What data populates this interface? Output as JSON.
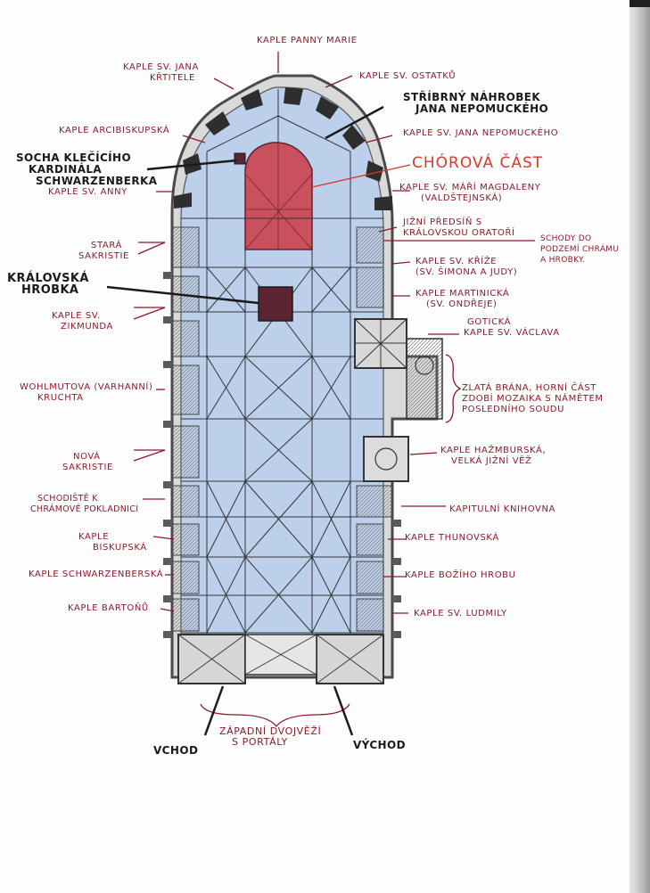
{
  "colors": {
    "label_red": "#8b1a28",
    "label_dark": "#1a1a1a",
    "label_bright": "#d43a2c",
    "nave_blue": "#bcd0ec",
    "choir_red": "#c9505c",
    "tomb_dark": "#5a2530",
    "wall_grey": "#6f6f6f"
  },
  "labels": {
    "kaple_panny_marie": [
      "KAPLE PANNY MARIE"
    ],
    "kaple_jana_krtitele": [
      "KAPLE SV. JANA",
      "KŘTITELE"
    ],
    "kaple_ostatku": [
      "KAPLE SV. OSTATKŮ"
    ],
    "stribrny_nahrobek": [
      "STŘÍBRNÝ NÁHROBEK",
      "JANA NEPOMUCKÉHO"
    ],
    "kaple_arcibiskupska": [
      "KAPLE ARCIBISKUPSKÁ"
    ],
    "kaple_jana_nepomuckeho": [
      "KAPLE SV. JANA NEPOMUCKÉHO"
    ],
    "socha_schwarzenberka": [
      "SOCHA KLEČÍCÍHO",
      "KARDINÁLA",
      "SCHWARZENBERKA"
    ],
    "chorova_cast": [
      "CHÓROVÁ ČÁST"
    ],
    "kaple_anny": [
      "KAPLE SV. ANNY"
    ],
    "kaple_mari_magdaleny": [
      "KAPLE SV. MÁŘÍ MAGDALENY",
      "(VALDŠTEJNSKÁ)"
    ],
    "jizni_predsin": [
      "JIŽNÍ PŘEDSÍŇ S",
      "KRÁLOVSKOU ORATOŘÍ"
    ],
    "schody_podzemi": [
      "SCHODY DO",
      "PODZEMÍ CHRÁMU",
      "A HROBKY."
    ],
    "stara_sakristie": [
      "STARÁ",
      "SAKRISTIE"
    ],
    "kaple_krize": [
      "KAPLE SV. KŘÍŽE",
      "(SV. ŠIMONA A JUDY)"
    ],
    "kralovska_hrobka": [
      "KRÁLOVSKÁ",
      "HROBKA"
    ],
    "kaple_martinicka": [
      "KAPLE MARTINICKÁ",
      "(SV. ONDŘEJE)"
    ],
    "kaple_zikmunda": [
      "KAPLE SV.",
      "ZIKMUNDA"
    ],
    "goticka_kaple_vaclava": [
      "GOTICKÁ",
      "KAPLE SV. VÁCLAVA"
    ],
    "wohlmutova_kruchta": [
      "WOHLMUTOVA (VARHANNÍ)",
      "KRUCHTA"
    ],
    "zlata_brana": [
      "ZLATÁ BRÁNA, HORNÍ ČÁST",
      "ZDOBÍ MOZAIKA S NÁMĚTEM",
      "POSLEDNÍHO SOUDU"
    ],
    "nova_sakristie": [
      "NOVÁ",
      "SAKRISTIE"
    ],
    "kaple_hazmburska": [
      "KAPLE HAŽMBURSKÁ,",
      "VELKÁ JIŽNÍ VĚŽ"
    ],
    "schodiste_pokladnici": [
      "SCHODIŠTĚ K",
      "CHRÁMOVÉ POKLADNICI"
    ],
    "kapitulni_knihovna": [
      "KAPITULNÍ KNIHOVNA"
    ],
    "kaple_biskupska": [
      "KAPLE",
      "BISKUPSKÁ"
    ],
    "kaple_thunovska": [
      "KAPLE THUNOVSKÁ"
    ],
    "kaple_schwarzenberska": [
      "KAPLE SCHWARZENBERSKÁ"
    ],
    "kaple_boziho_hrobu": [
      "KAPLE BOŽÍHO HROBU"
    ],
    "kaple_bartonu": [
      "KAPLE BARTOŇŮ"
    ],
    "kaple_ludmily": [
      "KAPLE SV. LUDMILY"
    ],
    "zapadni_dvojvezi": [
      "ZÁPADNÍ DVOJVĚŽÍ",
      "S PORTÁLY"
    ],
    "vchod": [
      "VCHOD"
    ],
    "vychod": [
      "VÝCHOD"
    ]
  }
}
